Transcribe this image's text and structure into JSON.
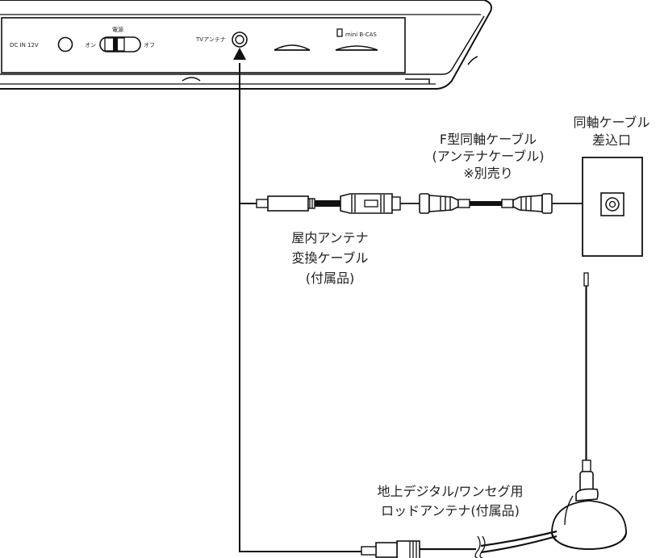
{
  "device": {
    "dc_in_label": "DC IN 12V",
    "power_label": "電源",
    "power_on_label": "オン",
    "power_off_label": "オフ",
    "tv_antenna_label": "TVアンテナ",
    "mini_bcas_label": "mini B-CAS"
  },
  "cable_label": {
    "line1": "F型同軸ケーブル",
    "line2": "(アンテナケーブル)",
    "line3": "※別売り"
  },
  "wall_outlet_label": {
    "line1": "同軸ケーブル",
    "line2": "差込口"
  },
  "converter_label": {
    "line1": "屋内アンテナ",
    "line2": "変換ケーブル",
    "line3": "(付属品)"
  },
  "rod_antenna_label": {
    "line1": "地上デジタル/ワンセグ用",
    "line2": "ロッドアンテナ(付属品)"
  }
}
